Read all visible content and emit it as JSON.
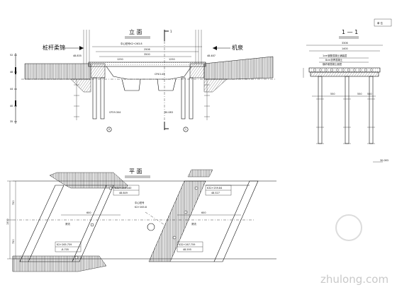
{
  "elevation": {
    "title": "立 面",
    "section_ref": "1",
    "left_abutment_label": "桩杆柔锦",
    "right_abutment_label": "机泉",
    "top_chainage": "中心桩号K2+263.8",
    "dims": {
      "overall": "2506",
      "bearing": "3500",
      "left_span": "1250",
      "right_span": "1250"
    },
    "left_elev_top": "48.835",
    "right_elev_top": "48.487",
    "center_elev": "CP43.43",
    "left_base_elev": "CP29.304",
    "right_base_elev": "30.083",
    "pier_labels": [
      "0",
      "1"
    ],
    "scale_marks": [
      "52",
      "48",
      "44",
      "40",
      "35"
    ]
  },
  "section": {
    "title": "1 — 1",
    "note": "单 位",
    "dim_top": "3306",
    "dim_mid": "1400",
    "deck_notes": [
      "1cm钢筋混凝土铺装层",
      "8cm沥青混凝土",
      "钢纤维混凝土面层"
    ],
    "spans": [
      "550",
      "550",
      "550"
    ],
    "base_elev": "30.083"
  },
  "plan": {
    "title": "平 面",
    "side_dim": "1500",
    "side_dim_top": "750",
    "side_dim_bottom": "750",
    "center_label": "中心桩号",
    "center_chainage": "K2+263.8",
    "mid_dim": "600",
    "left_flow": "清流",
    "right_flow": "清流",
    "left_top_station": "K32+259.440",
    "left_top_elev": "48.649",
    "left_bottom_station": "K2+265.759",
    "left_bottom_elev": "-8.705",
    "right_top_station": "K32+259.84",
    "right_top_elev": "48.527",
    "right_bottom_station": "K32+267.759",
    "right_bottom_elev": "48.595"
  },
  "watermark": "zhulong.com"
}
